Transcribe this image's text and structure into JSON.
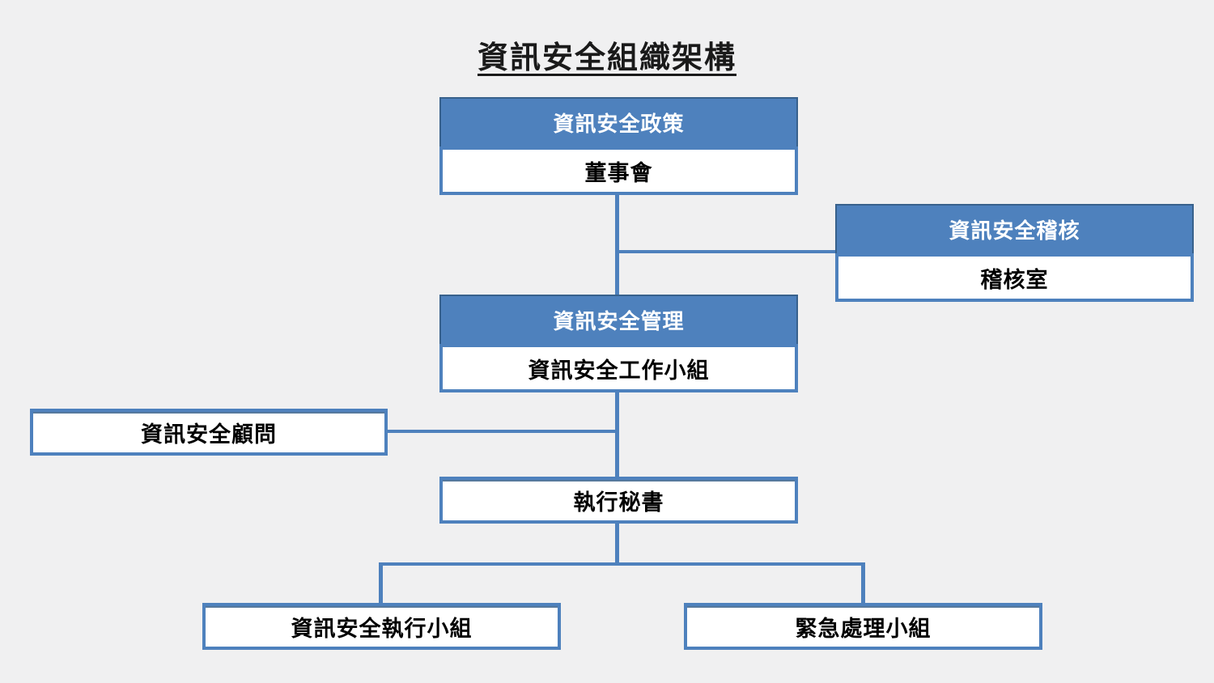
{
  "title": "資訊安全組織架構",
  "colors": {
    "accent_blue": "#4E81BD",
    "border_dark": "#38618C",
    "background": "#F0F0F1",
    "header_text": "#FFFFFF",
    "body_text": "#000000"
  },
  "nodes": {
    "policy": {
      "header": "資訊安全政策",
      "body": "董事會"
    },
    "audit": {
      "header": "資訊安全稽核",
      "body": "稽核室"
    },
    "management": {
      "header": "資訊安全管理",
      "body": "資訊安全工作小組"
    },
    "consultant": {
      "label": "資訊安全顧問"
    },
    "secretary": {
      "label": "執行秘書"
    },
    "exec_team": {
      "label": "資訊安全執行小組"
    },
    "emergency": {
      "label": "緊急處理小組"
    }
  },
  "edges": [
    "董事會 → 資訊安全稽核",
    "董事會 → 資訊安全工作小組",
    "資訊安全工作小組 → 資訊安全顧問",
    "資訊安全工作小組 → 執行秘書",
    "執行秘書 → 資訊安全執行小組",
    "執行秘書 → 緊急處理小組"
  ]
}
